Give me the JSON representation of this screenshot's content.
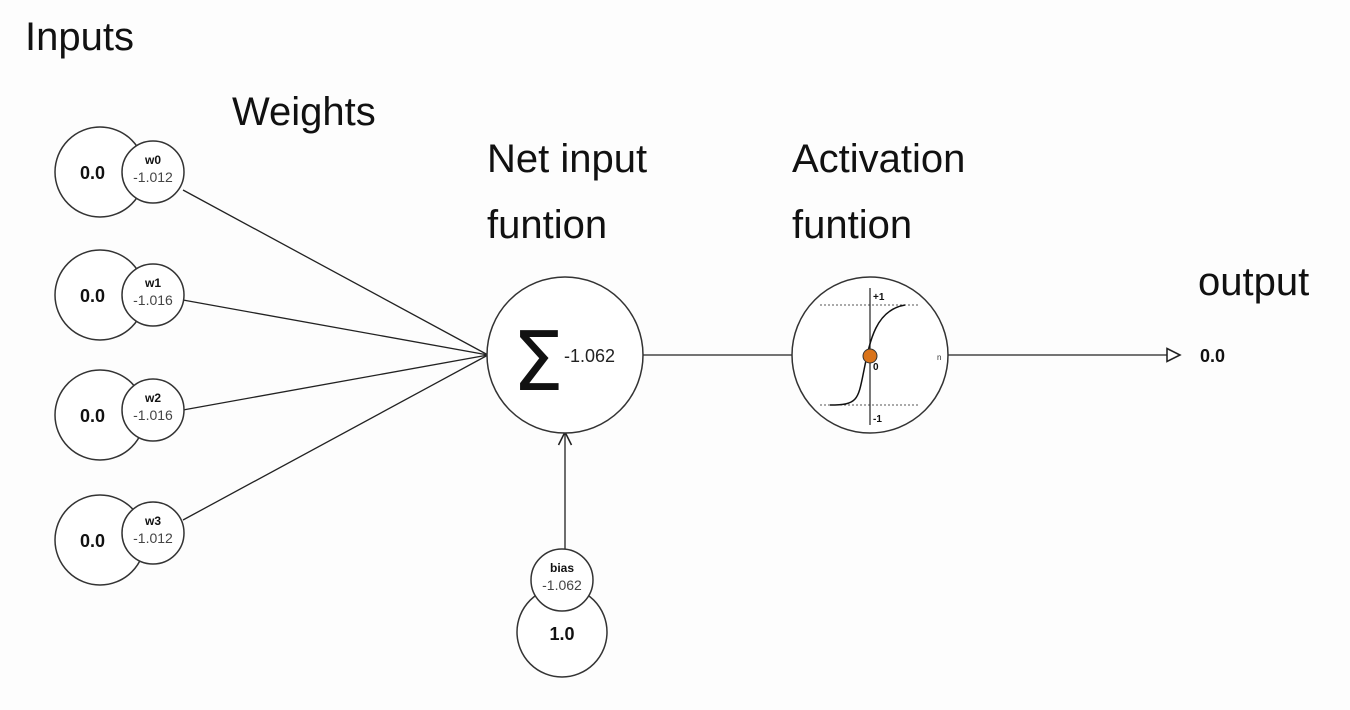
{
  "labels": {
    "inputs": "Inputs",
    "weights": "Weights",
    "net_input_1": "Net input",
    "net_input_2": "funtion",
    "activation_1": "Activation",
    "activation_2": "funtion",
    "output": "output"
  },
  "inputs": [
    {
      "value": "0.0",
      "weight_name": "w0",
      "weight_value": "-1.012"
    },
    {
      "value": "0.0",
      "weight_name": "w1",
      "weight_value": "-1.016"
    },
    {
      "value": "0.0",
      "weight_name": "w2",
      "weight_value": "-1.016"
    },
    {
      "value": "0.0",
      "weight_name": "w3",
      "weight_value": "-1.012"
    }
  ],
  "sum": {
    "symbol": "Σ",
    "value": "-1.062"
  },
  "bias": {
    "name": "bias",
    "weight_value": "-1.062",
    "value": "1.0"
  },
  "activation": {
    "top_label": "+1",
    "bottom_label": "-1",
    "zero_label": "0",
    "axis_label": "n",
    "point_color": "#d9731a"
  },
  "output_value": "0.0"
}
